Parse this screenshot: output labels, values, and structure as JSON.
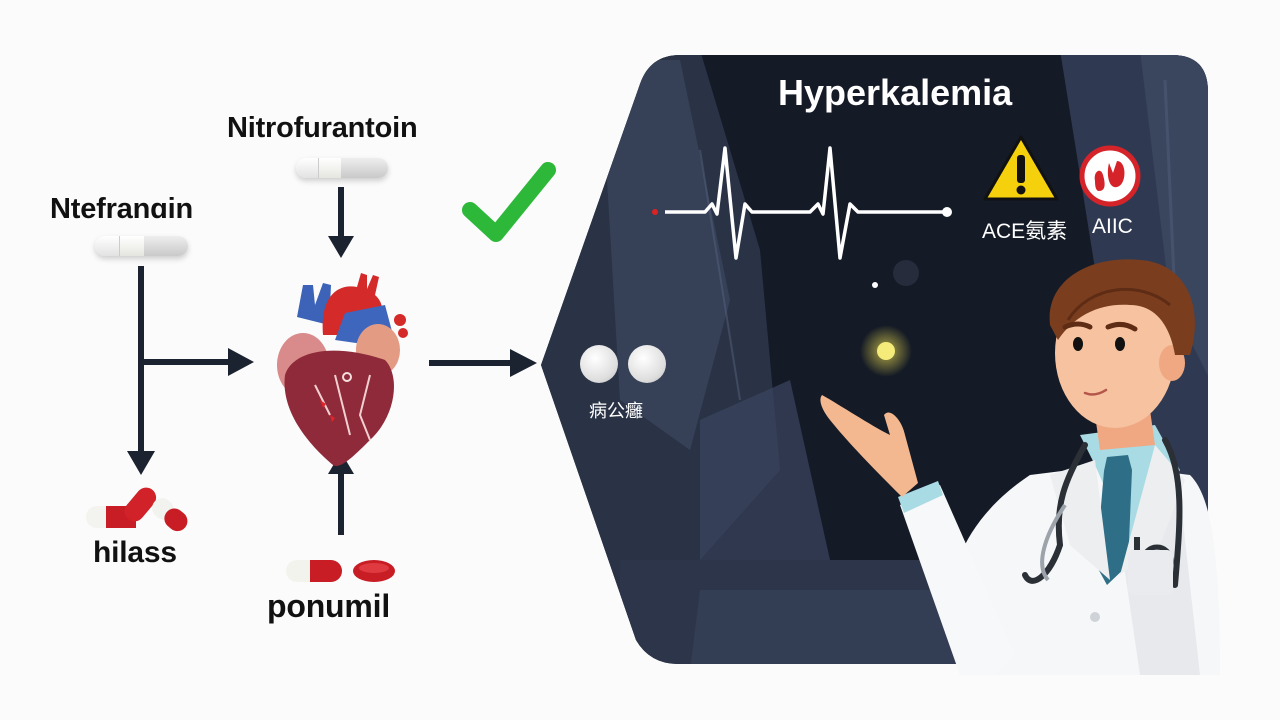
{
  "diagram": {
    "type": "drug-interaction-flow",
    "colors": {
      "background": "#fbfbfb",
      "arrow": "#1c2330",
      "check": "#2db83a",
      "panel_dark": "#141a26",
      "panel_rock": "#34405a",
      "pill_red": "#c81d25",
      "warning_yellow": "#f5d00c"
    },
    "left": {
      "drug_top": {
        "label": "Nitrofurantoin",
        "icon": "white-capsule"
      },
      "drug_left": {
        "label": "Ntefranɑin",
        "icon": "white-capsule"
      },
      "drug_bottom_left": {
        "label": "hilass",
        "icon": "red-white-capsules"
      },
      "drug_bottom": {
        "label": "ponumil",
        "icon": "red-white-capsule-and-red-tablet"
      },
      "center": {
        "icon": "anatomical-heart"
      },
      "check": {
        "icon": "green-checkmark"
      }
    },
    "panel": {
      "title": "Hyperkalemia",
      "ecg": {
        "icon": "ecg-waveform"
      },
      "badges": [
        {
          "icon": "warning-triangle",
          "label": "ACE氨素"
        },
        {
          "icon": "kidney-circle",
          "label": "AIIC"
        }
      ],
      "pills": {
        "icon": "two-white-tablets",
        "label": "病公癰"
      },
      "figure": {
        "icon": "doctor-with-stethoscope"
      },
      "glow": {
        "icon": "glowing-orb"
      }
    }
  }
}
